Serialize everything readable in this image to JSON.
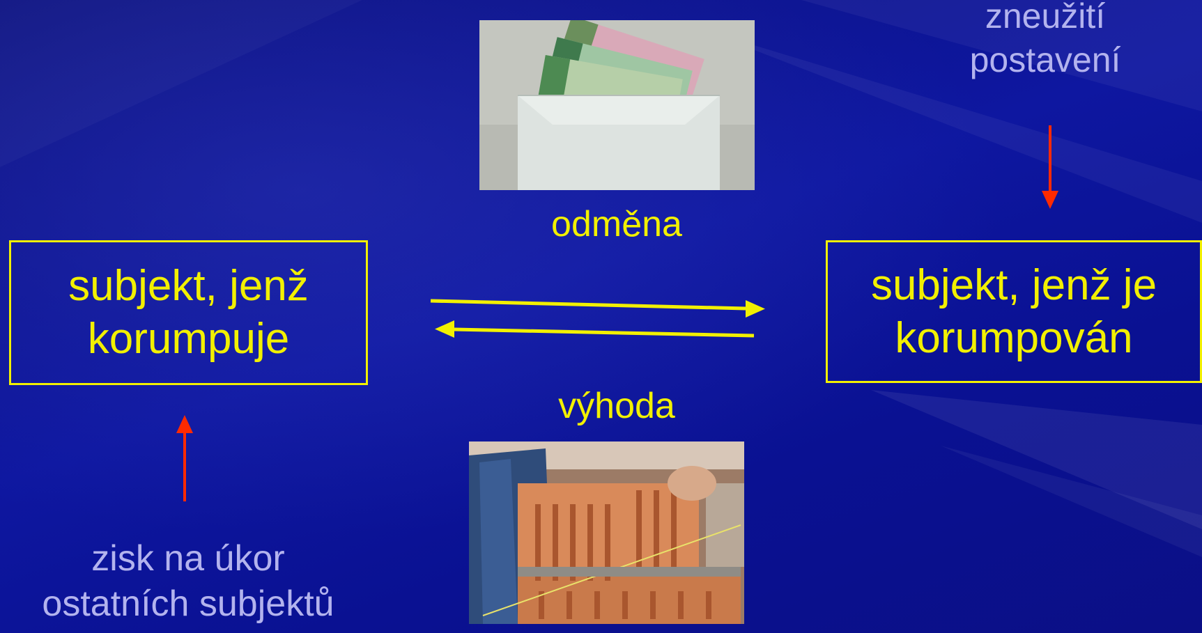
{
  "slide": {
    "left_box": {
      "line1": "subjekt, jenž",
      "line2": "korumpuje"
    },
    "right_box": {
      "line1": "subjekt, jenž je",
      "line2": "korumpován"
    },
    "top_right_label": {
      "line1": "zneužití",
      "line2": "postavení"
    },
    "bottom_left_label": {
      "line1": "zisk na úkor",
      "line2": "ostatních subjektů"
    },
    "reward_label": "odměna",
    "benefit_label": "výhoda",
    "colors": {
      "background": "#0e17a0",
      "box_text": "#f2f000",
      "secondary_text": "#b3b3ee",
      "red_arrow": "#ff2a00"
    },
    "images": {
      "top": "photo-money-envelope",
      "bottom": "photo-bricks-construction"
    }
  }
}
